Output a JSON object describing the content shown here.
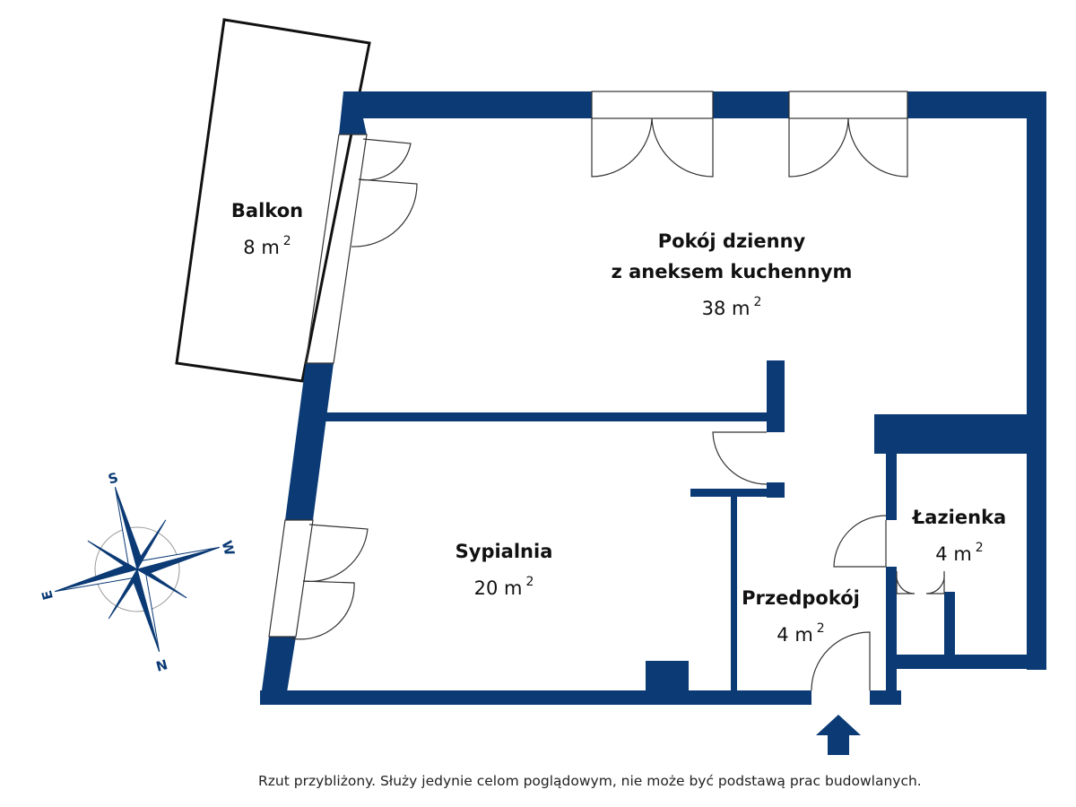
{
  "plan": {
    "wall_color": "#0b3a75",
    "rooms": [
      {
        "name": "Balkon",
        "area": "8 m",
        "unit_sup": "2"
      },
      {
        "name": "Pokój dzienny",
        "name_line2": "z aneksem kuchennym",
        "area": "38 m",
        "unit_sup": "2"
      },
      {
        "name": "Sypialnia",
        "area": "20 m",
        "unit_sup": "2"
      },
      {
        "name": "Przedpokój",
        "area": "4 m",
        "unit_sup": "2"
      },
      {
        "name": "Łazienka",
        "area": "4 m",
        "unit_sup": "2"
      }
    ]
  },
  "compass": {
    "labels": {
      "north": "N",
      "south": "S",
      "east": "E",
      "west": "W"
    }
  },
  "footer": {
    "disclaimer": "Rzut przybliżony. Służy jedynie celom poglądowym, nie może być podstawą prac budowlanych."
  }
}
